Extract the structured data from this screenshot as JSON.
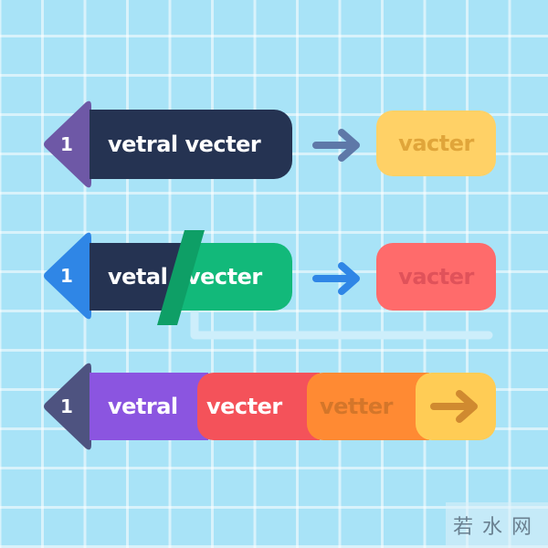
{
  "rows": [
    {
      "index": "1",
      "segments": [
        {
          "label": "vetral vecter",
          "color": "#253352",
          "text_color": "#FFFFFF"
        }
      ],
      "arrowhead_color": "#6E58A6",
      "connector_arrow": {
        "icon": "arrow-right-icon",
        "color": "#5E78A8"
      },
      "target": {
        "label": "vacter",
        "color": "#FFD166",
        "text_color": "#E0A53A"
      }
    },
    {
      "index": "1",
      "segments": [
        {
          "label": "vetal",
          "color": "#253352",
          "text_color": "#FFFFFF"
        },
        {
          "label": "vecter",
          "color": "#12B97A",
          "text_color": "#FFFFFF"
        }
      ],
      "divider_color": "#0E9F66",
      "arrowhead_color": "#2F86E6",
      "connector_arrow": {
        "icon": "arrow-right-icon",
        "color": "#2F86E6"
      },
      "target": {
        "label": "vacter",
        "color": "#FF6B6B",
        "text_color": "#E0525A"
      }
    },
    {
      "index": "1",
      "segments": [
        {
          "label": "vetral",
          "color": "#8B55E0",
          "text_color": "#FFFFFF"
        },
        {
          "label": "vecter",
          "color": "#F4525A",
          "text_color": "#FFFFFF"
        },
        {
          "label": "vetter",
          "color": "#FF8A33",
          "text_color": "#D4762A"
        }
      ],
      "arrowhead_color": "#4E5380",
      "end_cap": {
        "icon": "arrow-right-icon",
        "color": "#FFCC55",
        "icon_color": "#D08A30"
      }
    }
  ],
  "background": {
    "color": "#A8E3F7",
    "grid_color": "#D6F2FC"
  },
  "watermark": {
    "text": "若水网"
  }
}
